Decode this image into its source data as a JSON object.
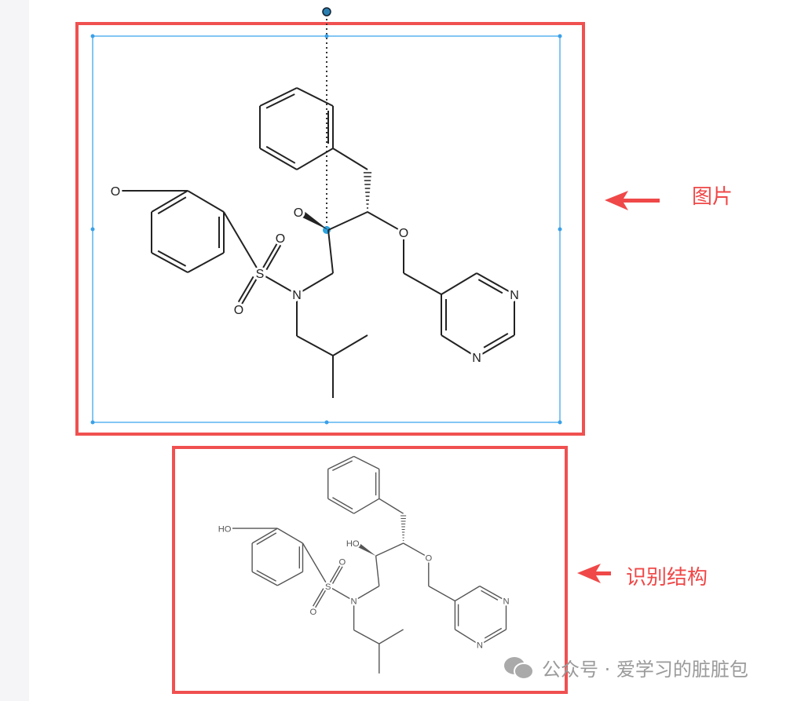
{
  "annotations": {
    "image_label": "图片",
    "recognized_label": "识别结构"
  },
  "molecule_top": {
    "atoms": {
      "o_phenol": "O",
      "s": "S",
      "o_s1": "O",
      "o_s2": "O",
      "n": "N",
      "o_hydroxyl": "O",
      "o_ether": "O",
      "n_pyr1": "N",
      "n_pyr2": "N"
    }
  },
  "molecule_bottom": {
    "atoms": {
      "o_phenol": "HO",
      "s": "S",
      "o_s1": "O",
      "o_s2": "O",
      "n": "N",
      "o_hydroxyl": "HO",
      "o_ether": "O",
      "n_pyr1": "N",
      "n_pyr2": "N"
    }
  },
  "watermark": {
    "text": "公众号 · 爱学习的脏脏包",
    "icon": "wechat-icon"
  },
  "colors": {
    "frame": "#f05050",
    "selection": "#5ab4f0",
    "bond_top": "#222222",
    "bond_bottom": "#555555"
  }
}
